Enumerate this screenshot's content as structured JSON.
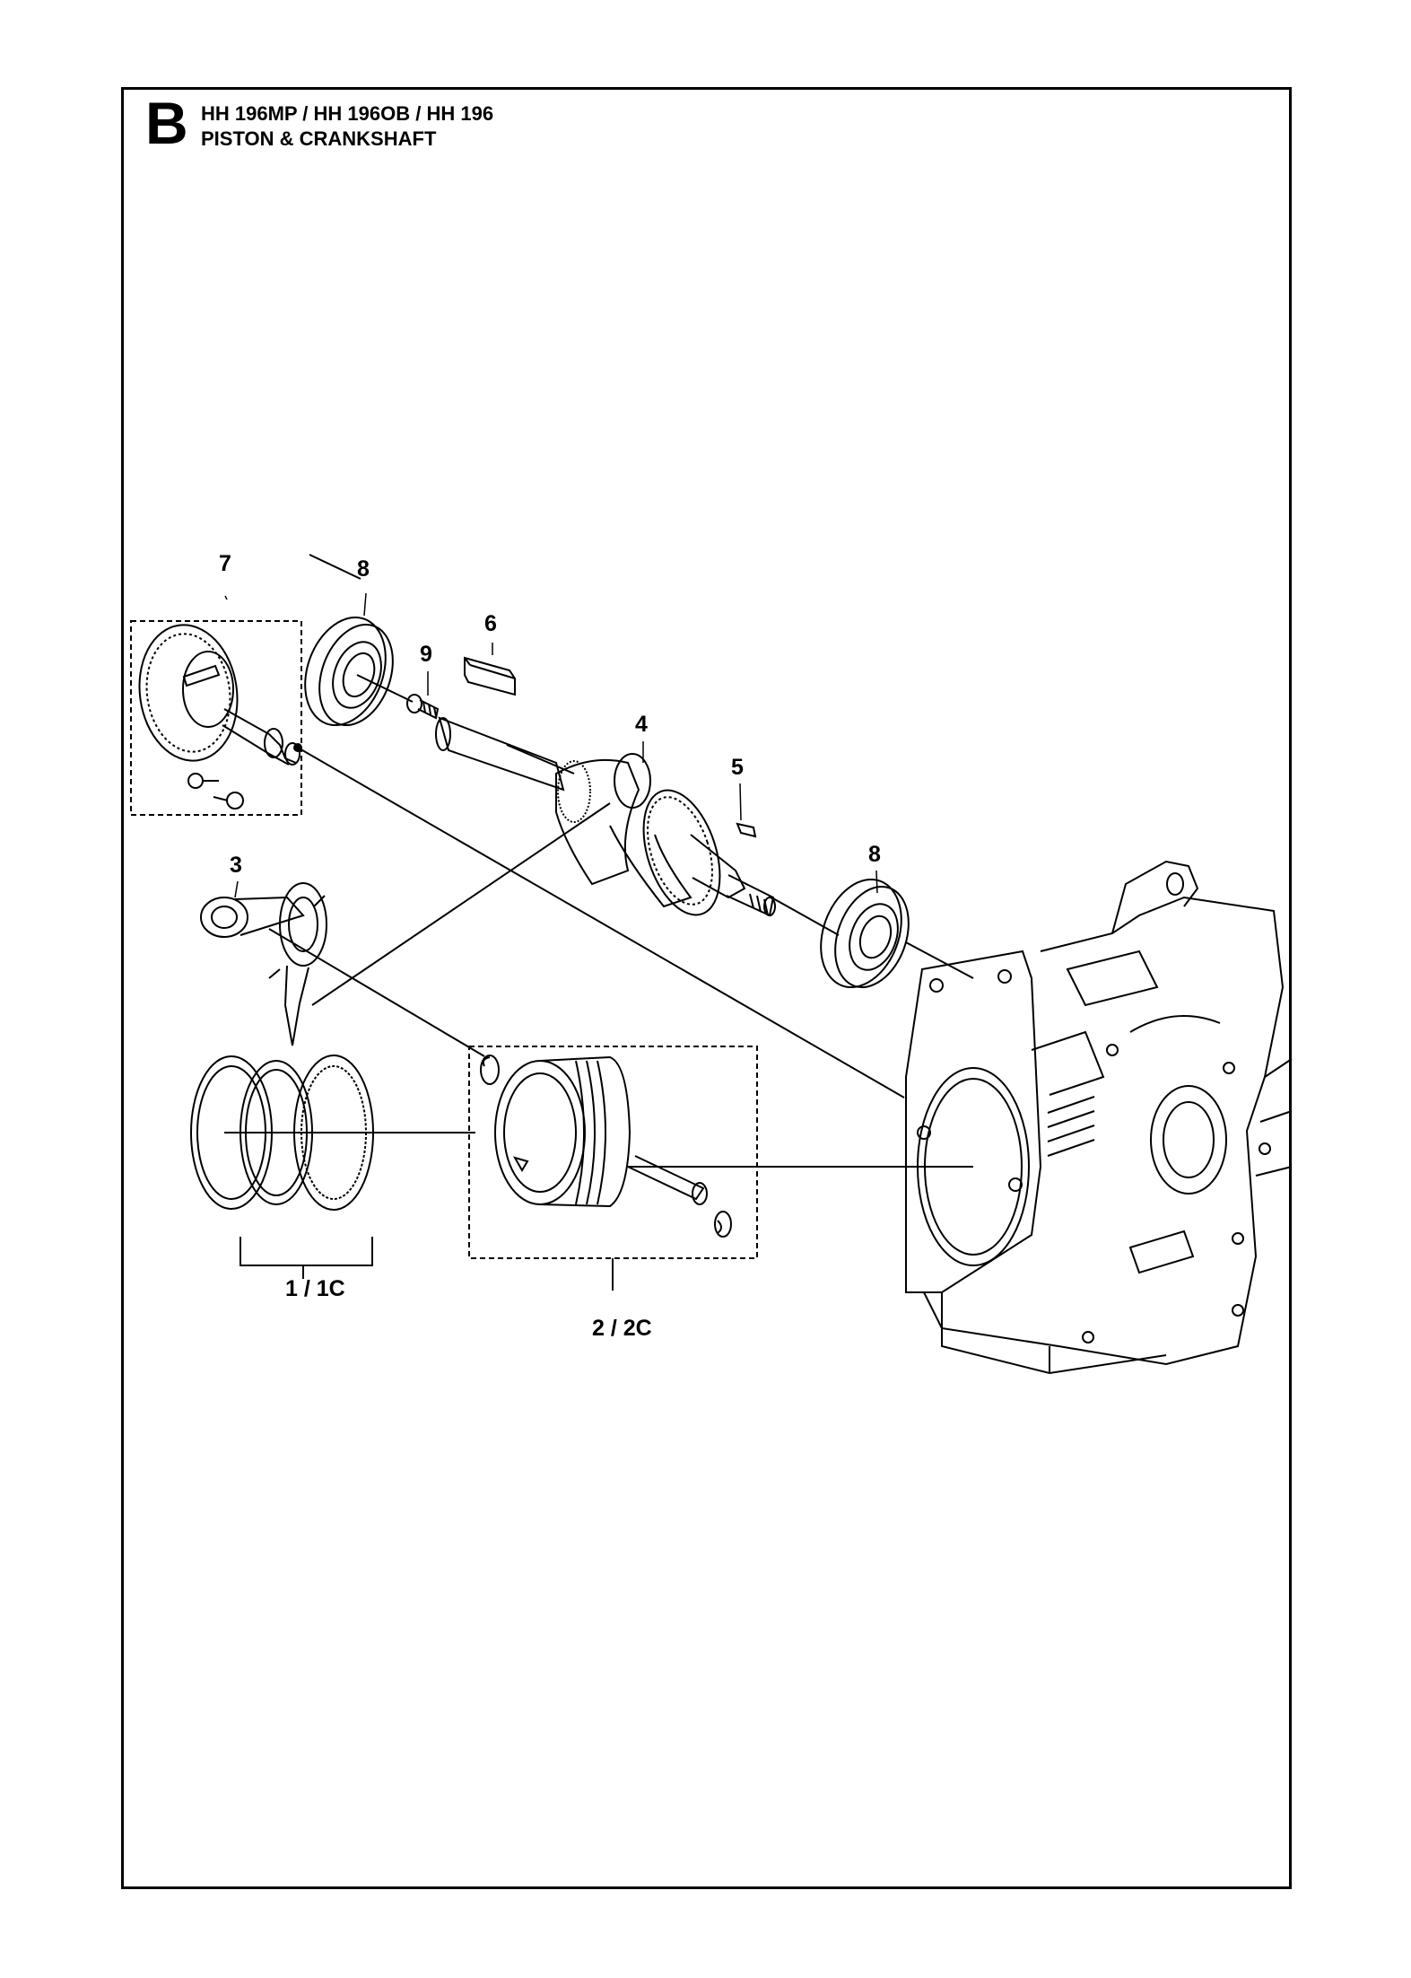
{
  "section": {
    "letter": "B",
    "models": "HH 196MP / HH 196OB / HH 196",
    "title": "PISTON & CRANKSHAFT"
  },
  "callouts": {
    "c7": "7",
    "c8a": "8",
    "c6": "6",
    "c9": "9",
    "c4": "4",
    "c5": "5",
    "c8b": "8",
    "c3": "3",
    "c1": "1 / 1C",
    "c2": "2 / 2C"
  },
  "colors": {
    "line": "#000000",
    "background": "#ffffff"
  }
}
